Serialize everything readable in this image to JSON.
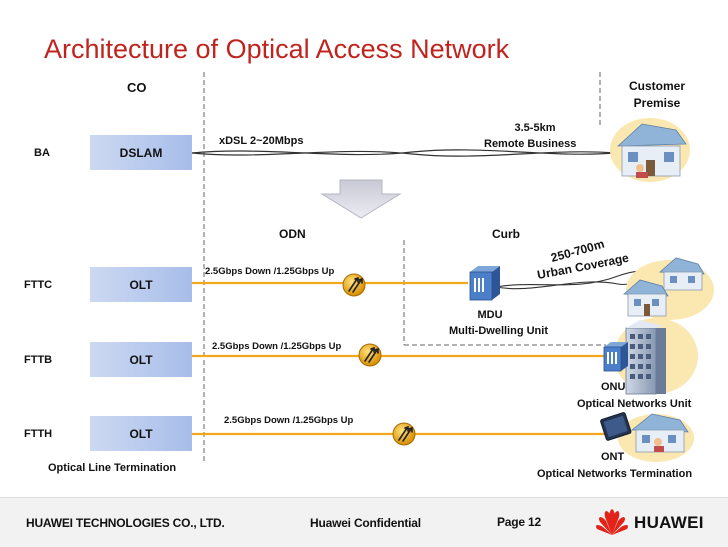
{
  "title": "Architecture of Optical Access Network",
  "labels": {
    "co": "CO",
    "customer_premise": "Customer Premise",
    "odn": "ODN",
    "curb": "Curb",
    "distance_remote": "3.5-5km",
    "remote_business": "Remote Business",
    "xdsl": "xDSL 2~20Mbps",
    "distance_urban": "250-700m",
    "urban_coverage": "Urban Coverage",
    "mdu": "MDU",
    "mdu_full": "Multi-Dwelling Unit",
    "onu": "ONU",
    "onu_full": "Optical Networks Unit",
    "ont": "ONT",
    "ont_full": "Optical Networks Termination",
    "olt_full": "Optical Line Termination"
  },
  "rows": [
    {
      "name": "BA",
      "box": "DSLAM"
    },
    {
      "name": "FTTC",
      "box": "OLT",
      "speed": "2.5Gbps Down /1.25Gbps Up"
    },
    {
      "name": "FTTB",
      "box": "OLT",
      "speed": "2.5Gbps Down /1.25Gbps Up"
    },
    {
      "name": "FTTH",
      "box": "OLT",
      "speed": "2.5Gbps Down /1.25Gbps Up"
    }
  ],
  "footer": {
    "company": "HUAWEI TECHNOLOGIES CO., LTD.",
    "confidential": "Huawei Confidential",
    "page": "Page 12",
    "brand": "HUAWEI"
  },
  "colors": {
    "title": "#c0241f",
    "fiber": "#f2a71e",
    "box_light": "#cdd9f2",
    "box_dark": "#a7bde9",
    "brand_red": "#e2231a"
  }
}
